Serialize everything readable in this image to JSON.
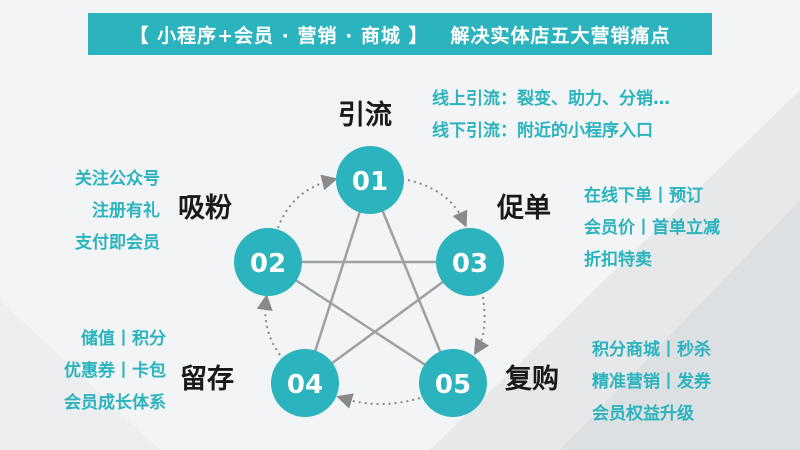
{
  "banner": {
    "left": "【 小程序+会员 · 营销 · 商城 】",
    "right": "解决实体店五大营销痛点"
  },
  "colors": {
    "accent": "#2bb3be",
    "line": "#9a9a9a",
    "text": "#1a1a1a"
  },
  "nodes": [
    {
      "id": "01",
      "stage": "引流"
    },
    {
      "id": "02",
      "stage": "吸粉"
    },
    {
      "id": "03",
      "stage": "促单"
    },
    {
      "id": "04",
      "stage": "留存"
    },
    {
      "id": "05",
      "stage": "复购"
    }
  ],
  "details": {
    "yinliu": [
      "线上引流：裂变、助力、分销…",
      "线下引流：附近的小程序入口"
    ],
    "xifen": [
      "关注公众号",
      "注册有礼",
      "支付即会员"
    ],
    "cudan": [
      "在线下单丨预订",
      "会员价丨首单立减",
      "折扣特卖"
    ],
    "liucun": [
      "储值丨积分",
      "优惠券丨卡包",
      "会员成长体系"
    ],
    "fugou": [
      "积分商城丨秒杀",
      "精准营销丨发券",
      "会员权益升级"
    ]
  }
}
